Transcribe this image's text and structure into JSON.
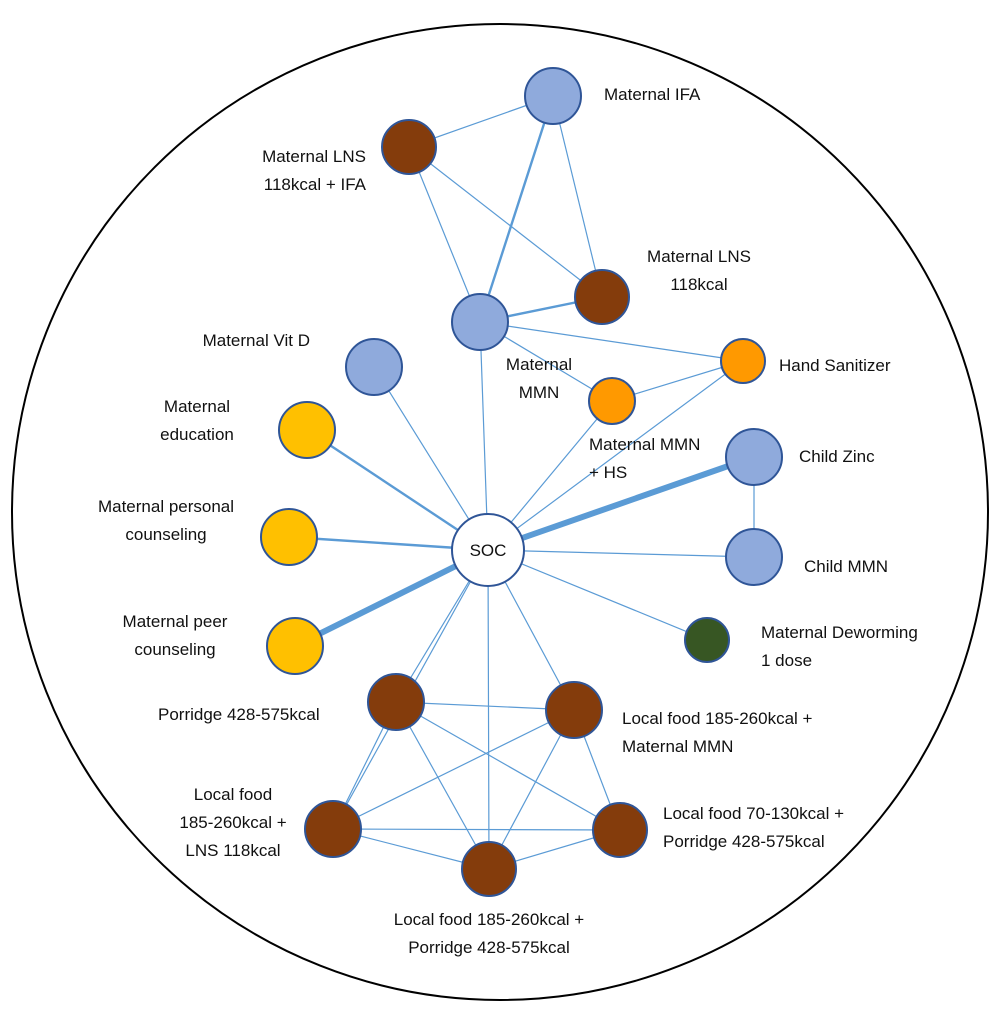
{
  "diagram": {
    "type": "network",
    "nodes": [
      {
        "id": "soc",
        "label_lines": [
          "SOC"
        ],
        "color": "#ffffff"
      },
      {
        "id": "maternal-ifa",
        "label_lines": [
          "Maternal IFA"
        ],
        "color": "#8faadc"
      },
      {
        "id": "maternal-lns-ifa",
        "label_lines": [
          "Maternal LNS",
          "118kcal + IFA"
        ],
        "color": "#843c0c"
      },
      {
        "id": "maternal-lns",
        "label_lines": [
          "Maternal LNS",
          "118kcal"
        ],
        "color": "#843c0c"
      },
      {
        "id": "maternal-mmn",
        "label_lines": [
          "Maternal",
          "MMN"
        ],
        "color": "#8faadc"
      },
      {
        "id": "maternal-vit-d",
        "label_lines": [
          "Maternal Vit D"
        ],
        "color": "#8faadc"
      },
      {
        "id": "hand-sanitizer",
        "label_lines": [
          "Hand Sanitizer"
        ],
        "color": "#ff9900"
      },
      {
        "id": "maternal-mmn-hs",
        "label_lines": [
          "Maternal MMN",
          "+ HS"
        ],
        "color": "#ff9900"
      },
      {
        "id": "maternal-education",
        "label_lines": [
          "Maternal",
          "education"
        ],
        "color": "#ffc000"
      },
      {
        "id": "child-zinc",
        "label_lines": [
          "Child Zinc"
        ],
        "color": "#8faadc"
      },
      {
        "id": "maternal-personal-counseling",
        "label_lines": [
          "Maternal personal",
          "counseling"
        ],
        "color": "#ffc000"
      },
      {
        "id": "child-mmn",
        "label_lines": [
          "Child MMN"
        ],
        "color": "#8faadc"
      },
      {
        "id": "maternal-peer-counseling",
        "label_lines": [
          "Maternal peer",
          "counseling"
        ],
        "color": "#ffc000"
      },
      {
        "id": "maternal-deworming",
        "label_lines": [
          "Maternal Deworming",
          "1 dose"
        ],
        "color": "#375623"
      },
      {
        "id": "porridge",
        "label_lines": [
          "Porridge 428-575kcal"
        ],
        "color": "#843c0c"
      },
      {
        "id": "local-food-mmn",
        "label_lines": [
          "Local food 185-260kcal +",
          "Maternal MMN"
        ],
        "color": "#843c0c"
      },
      {
        "id": "local-food-lns",
        "label_lines": [
          "Local food",
          "185-260kcal +",
          "LNS 118kcal"
        ],
        "color": "#843c0c"
      },
      {
        "id": "local-food-70-porridge",
        "label_lines": [
          "Local food 70-130kcal +",
          "Porridge 428-575kcal"
        ],
        "color": "#843c0c"
      },
      {
        "id": "local-food-185-porridge",
        "label_lines": [
          "Local food 185-260kcal +",
          "Porridge 428-575kcal"
        ],
        "color": "#843c0c"
      }
    ],
    "edges": [
      {
        "from": "maternal-lns-ifa",
        "to": "maternal-ifa",
        "weight": 1
      },
      {
        "from": "maternal-lns-ifa",
        "to": "maternal-mmn",
        "weight": 1
      },
      {
        "from": "maternal-lns-ifa",
        "to": "maternal-lns",
        "weight": 1
      },
      {
        "from": "maternal-ifa",
        "to": "maternal-mmn",
        "weight": 2
      },
      {
        "from": "maternal-ifa",
        "to": "maternal-lns",
        "weight": 1
      },
      {
        "from": "maternal-mmn",
        "to": "maternal-lns",
        "weight": 2
      },
      {
        "from": "maternal-mmn",
        "to": "hand-sanitizer",
        "weight": 1
      },
      {
        "from": "maternal-mmn",
        "to": "maternal-mmn-hs",
        "weight": 1
      },
      {
        "from": "maternal-mmn-hs",
        "to": "hand-sanitizer",
        "weight": 1
      },
      {
        "from": "child-zinc",
        "to": "child-mmn",
        "weight": 1
      },
      {
        "from": "soc",
        "to": "maternal-mmn",
        "weight": 1
      },
      {
        "from": "soc",
        "to": "maternal-vit-d",
        "weight": 1
      },
      {
        "from": "soc",
        "to": "maternal-education",
        "weight": 2
      },
      {
        "from": "soc",
        "to": "maternal-personal-counseling",
        "weight": 2
      },
      {
        "from": "soc",
        "to": "maternal-peer-counseling",
        "weight": 5
      },
      {
        "from": "soc",
        "to": "maternal-mmn-hs",
        "weight": 1
      },
      {
        "from": "soc",
        "to": "hand-sanitizer",
        "weight": 1
      },
      {
        "from": "soc",
        "to": "child-zinc",
        "weight": 5
      },
      {
        "from": "soc",
        "to": "child-mmn",
        "weight": 1
      },
      {
        "from": "soc",
        "to": "maternal-deworming",
        "weight": 1
      },
      {
        "from": "soc",
        "to": "porridge",
        "weight": 1
      },
      {
        "from": "soc",
        "to": "local-food-mmn",
        "weight": 1
      },
      {
        "from": "soc",
        "to": "local-food-lns",
        "weight": 1
      },
      {
        "from": "soc",
        "to": "local-food-185-porridge",
        "weight": 1
      },
      {
        "from": "porridge",
        "to": "local-food-mmn",
        "weight": 1
      },
      {
        "from": "porridge",
        "to": "local-food-lns",
        "weight": 1
      },
      {
        "from": "porridge",
        "to": "local-food-185-porridge",
        "weight": 1
      },
      {
        "from": "porridge",
        "to": "local-food-70-porridge",
        "weight": 1
      },
      {
        "from": "local-food-mmn",
        "to": "local-food-lns",
        "weight": 1
      },
      {
        "from": "local-food-mmn",
        "to": "local-food-185-porridge",
        "weight": 1
      },
      {
        "from": "local-food-mmn",
        "to": "local-food-70-porridge",
        "weight": 1
      },
      {
        "from": "local-food-lns",
        "to": "local-food-185-porridge",
        "weight": 1
      },
      {
        "from": "local-food-lns",
        "to": "local-food-70-porridge",
        "weight": 1
      },
      {
        "from": "local-food-185-porridge",
        "to": "local-food-70-porridge",
        "weight": 1
      }
    ]
  }
}
